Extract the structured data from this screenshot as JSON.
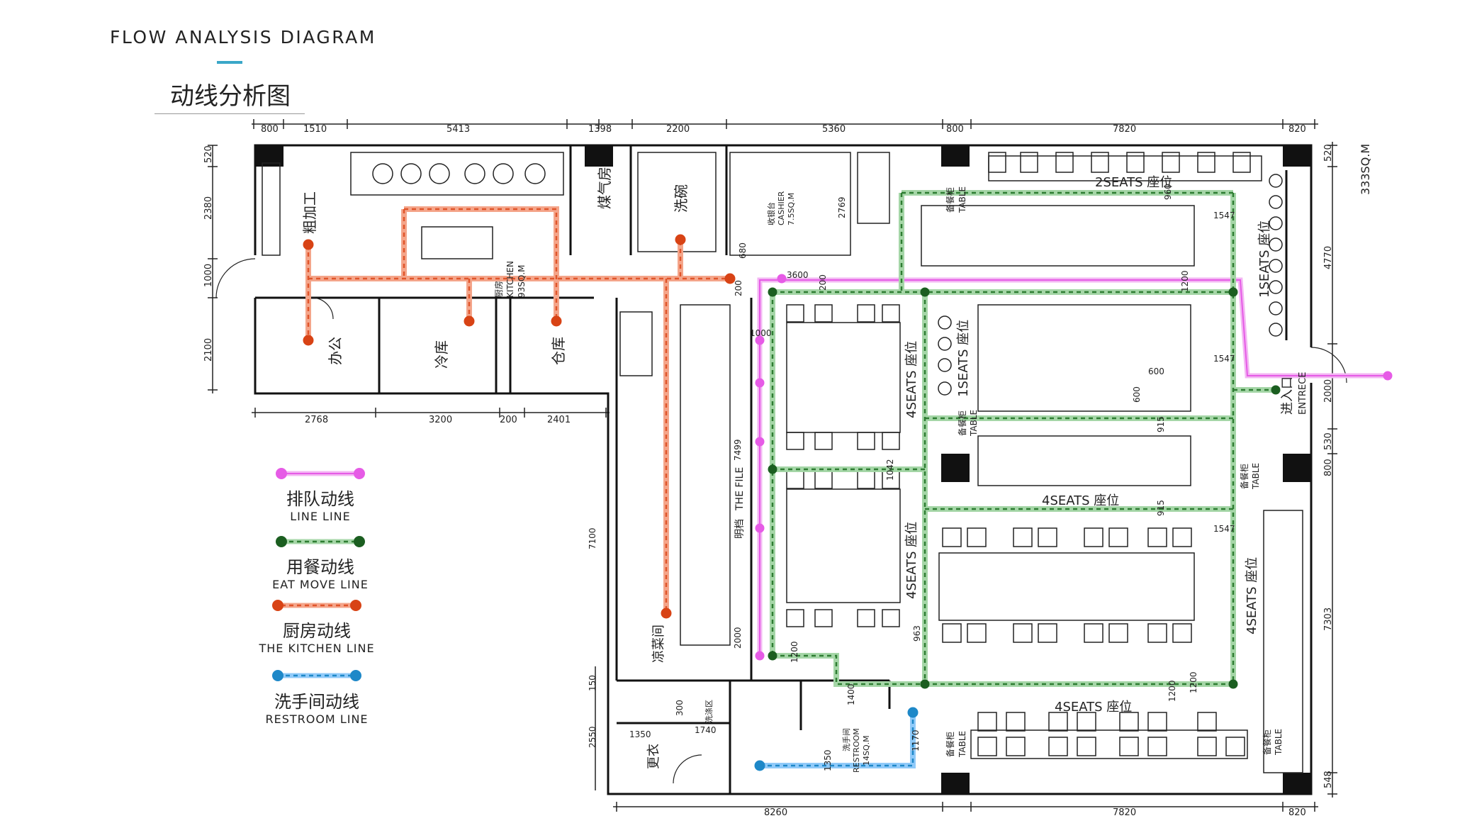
{
  "header": {
    "title_en": "FLOW ANALYSIS DIAGRAM",
    "title_cn": "动线分析图"
  },
  "colors": {
    "line_line": "#e65be6",
    "eat_move_line": "#2e7d32",
    "eat_move_fill": "#a5d6a7",
    "kitchen_line": "#e0552a",
    "kitchen_fill": "#f4a58a",
    "restroom_line": "#1e88c8",
    "restroom_fill": "#90caf9",
    "walls": "#111111",
    "columns": "#111111"
  },
  "legend": [
    {
      "cn": "排队动线",
      "en": "LINE LINE",
      "color": "#e65be6",
      "style": "solid"
    },
    {
      "cn": "用餐动线",
      "en": "EAT MOVE LINE",
      "color": "#2e7d32",
      "style": "dashed"
    },
    {
      "cn": "厨房动线",
      "en": "THE KITCHEN LINE",
      "color": "#e0552a",
      "style": "dashed"
    },
    {
      "cn": "洗手间动线",
      "en": "RESTROOM LINE",
      "color": "#1e88c8",
      "style": "dashed"
    }
  ],
  "total_area": "333SQ.M",
  "dimensions": {
    "top": [
      "800",
      "1510",
      "5413",
      "1398",
      "2200",
      "5360",
      "800",
      "7820",
      "820"
    ],
    "left": [
      "520",
      "2380",
      "1000",
      "2100"
    ],
    "right": [
      "520",
      "4770",
      "2000",
      "530",
      "800",
      "7303",
      "548"
    ],
    "bottom_left": [
      "2768",
      "3200",
      "200",
      "2401"
    ],
    "bottom": [
      "8260",
      "7820",
      "820"
    ],
    "inner": [
      "3600",
      "200",
      "200",
      "1000",
      "7499",
      "2000",
      "1200",
      "1042",
      "963",
      "1200",
      "1200",
      "1400",
      "300",
      "1740",
      "1350",
      "1170",
      "1350",
      "1547",
      "1547",
      "1547",
      "915",
      "915",
      "600",
      "600",
      "960",
      "150",
      "2550",
      "7100",
      "680",
      "2769",
      "1200"
    ]
  },
  "rooms": {
    "rough_processing": "粗加工",
    "office": "办公",
    "cold_storage": "冷库",
    "warehouse": "仓库",
    "gas_room": "煤气房",
    "dishwash": "洗碗",
    "kitchen_cn": "厨房",
    "kitchen_en": "KITCHEN",
    "kitchen_area": "93SQ.M",
    "cashier_cn": "收银台",
    "cashier_en": "CASHIER",
    "cashier_area": "7.5SQ.M",
    "cold_dish": "凉菜间",
    "open_file_cn": "明档",
    "open_file_en": "THE FILE",
    "changing": "更衣",
    "restroom_cn": "洗手间",
    "restroom_en": "RESTROOM",
    "restroom_area": "14SQ.M",
    "entrance_cn": "进入口",
    "entrance_en": "ENTRECE",
    "wash_area": "洗涤区"
  },
  "seating": {
    "seats2": "2SEATS 座位",
    "seats1_right": "1SEATS 座位",
    "seats1_mid": "1SEATS 座位",
    "seats4_left_upper": "4SEATS 座位",
    "seats4_left_lower": "4SEATS 座位",
    "seats4_middle": "4SEATS 座位",
    "seats4_right": "4SEATS 座位",
    "seats4_bottom": "4SEATS 座位",
    "table_cn": "备餐柜",
    "table_en": "TABLE"
  }
}
